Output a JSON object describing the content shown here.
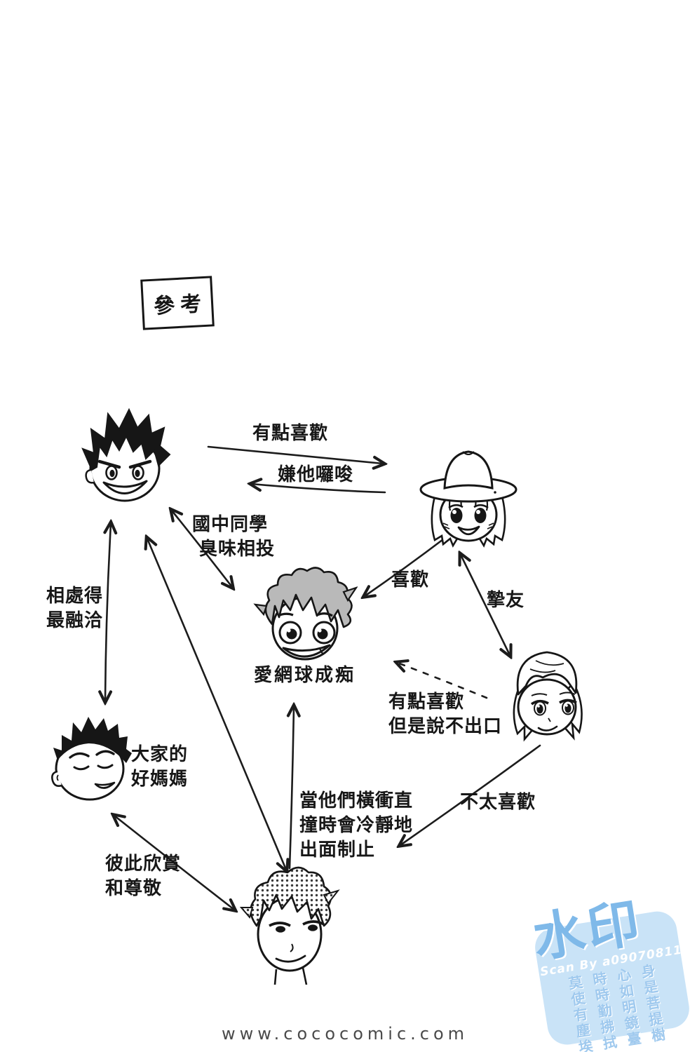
{
  "reference_label": "參考",
  "relationships": {
    "likes_a_little": "有點喜歡",
    "finds_him_nagging": "嫌他囉唆",
    "classmates": "國中同學\n 臭味相投",
    "get_along_best": "相處得\n最融洽",
    "likes": "喜歡",
    "best_friends": "摯友",
    "tennis_crazy": "愛網球成痴",
    "everyones_good_mom": "大家的\n好媽媽",
    "secret_crush": "有點喜歡\n但是說不出口",
    "calm_mediator": "當他們橫衝直\n撞時會冷靜地\n出面制止",
    "not_very_fond": "不太喜歡",
    "mutual_admiration": "彼此欣賞\n和尊敬"
  },
  "watermark": {
    "title": "水印",
    "scan_by": "Scan By a09070811",
    "poem": [
      "身是菩提樹",
      "心如明鏡臺",
      "時時勤拂拭",
      "莫使有塵埃"
    ],
    "color": "#c9e3f7"
  },
  "footer": {
    "url": "www.cococomic.com"
  }
}
